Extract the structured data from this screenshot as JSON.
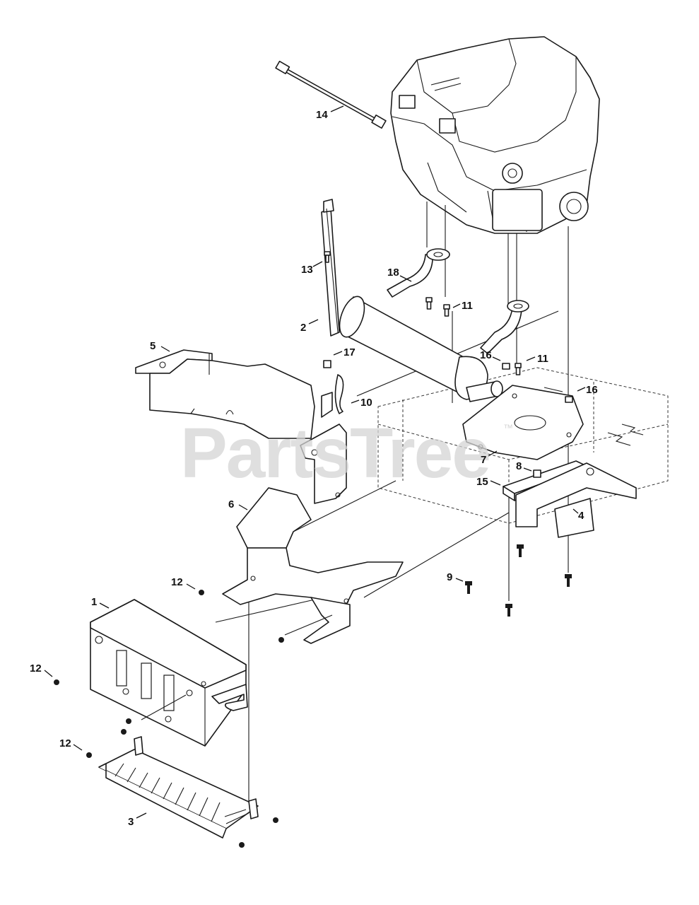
{
  "watermark": {
    "text": "PartsTree",
    "trademark": "™"
  },
  "callouts": {
    "c1": "1",
    "c2": "2",
    "c3": "3",
    "c4": "4",
    "c5": "5",
    "c6": "6",
    "c7": "7",
    "c8": "8",
    "c9": "9",
    "c10": "10",
    "c11a": "11",
    "c11b": "11",
    "c12a": "12",
    "c12b": "12",
    "c12c": "12",
    "c13": "13",
    "c14": "14",
    "c15": "15",
    "c16a": "16",
    "c16b": "16",
    "c17": "17",
    "c18": "18"
  },
  "colors": {
    "line": "#1a1a1a",
    "watermark": "#d4d4d4",
    "background": "#ffffff"
  }
}
